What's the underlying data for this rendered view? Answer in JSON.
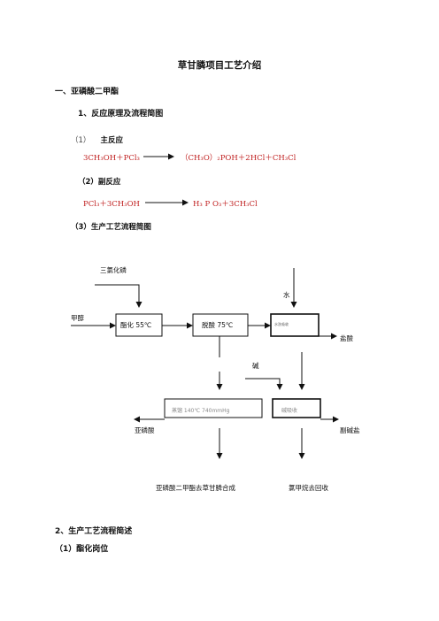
{
  "title": "草甘膦项目工艺介绍",
  "section1": "一、亚磷酸二甲酯",
  "sub1": "1、反应原理及流程简图",
  "main_reaction": {
    "num": "（1）",
    "label": "主反应",
    "reactants": "3CH₃OH＋PCl₃",
    "products": "（CH₃O）₂POH＋2HCl＋CH₃Cl"
  },
  "side_reaction": {
    "label": "（2）副反应",
    "reactants": "PCl₃＋3CH₃OH",
    "products": "H₃ P O₃＋3CH₃Cl"
  },
  "flow_title": "（3）生产工艺流程简图",
  "flow": {
    "pcl3": "三氯化磷",
    "water": "水",
    "methanol": "甲醇",
    "box1": "酯化 55℃",
    "box2": "脱酸 75℃",
    "box3": "水洗吸收",
    "hcl": "盐酸",
    "alkali": "碱",
    "box4": "蒸馏 140℃ 740mmHg",
    "box5": "碱吸收",
    "phosphorous_acid": "亚磷酸",
    "by_salt": "副碱盐",
    "out1": "亚磷酸二甲酯去草甘膦合成",
    "out2": "氯甲烷去回收"
  },
  "sub2": "2、生产工艺流程简述",
  "sub2_1": "（1）酯化岗位"
}
